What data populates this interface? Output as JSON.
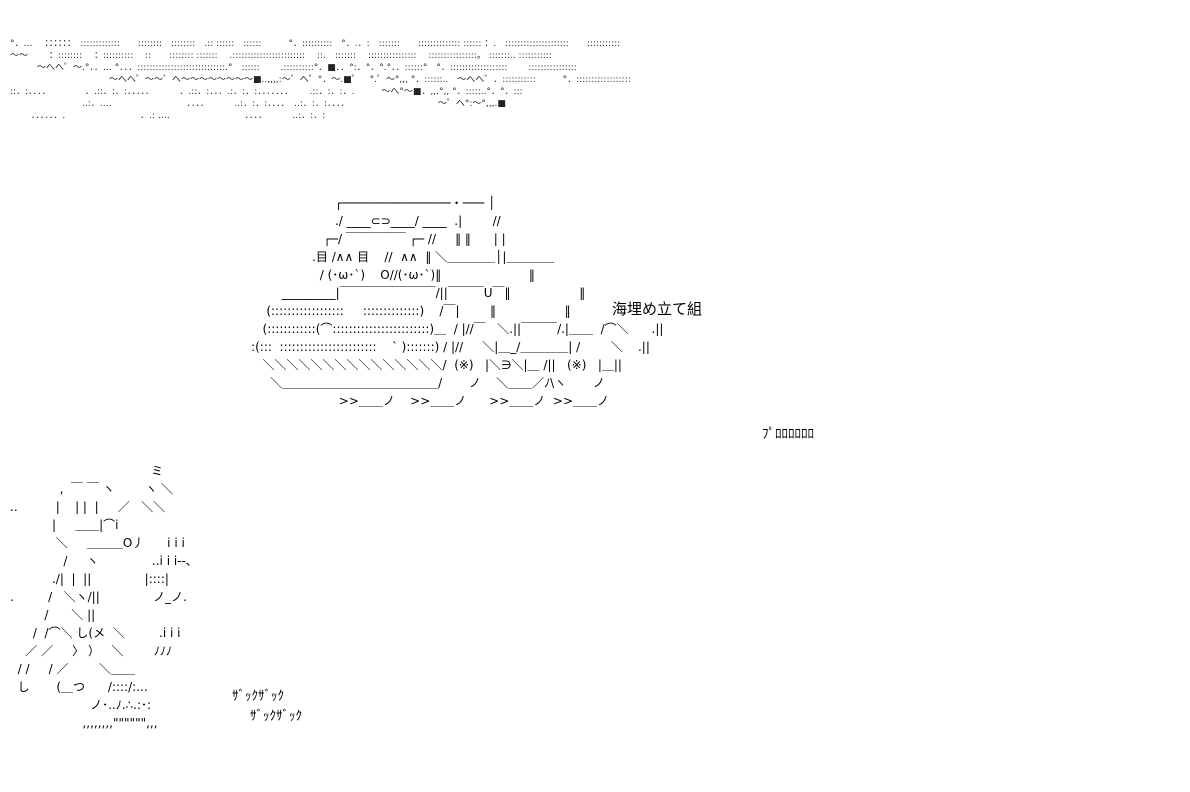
{
  "art": {
    "waves": "°．…　 ：：：：：：　:::::::::::::　　::::::::　::::::::　.:: ::::::　::::::　　　°．::::::::::　°．.．:　:::::::　　:::::::::::::: :::::: ：.　:::::::::::::::::::::　　:::::::::::\n～～　　 ：::::::::　 ：::::::::::　 ::　　:::::::: :::::::　 .::::::::::::::::::::::::　 ::.　:::::::　 ::::::::::::::::　 ::::::::::::::::。 :::::::.. :::::::::::\n　　　～へへ゜～.°．．… °．．．:::::::::::::::::::::::::::::.°　::::::　　 .::::::::::°．■．．°:．°．°.°．．::::::°　°．:::::::::::::::::::　　 ::::::::::::::::\n　　　　　　　　　　　～へへ゜～～゜へ～～～～～～～～■..,,,,:～゜へ゜°．～.■゜　°.゜～°,,, °．::::::..　～へへ゜．:::::::::::　　　°．::::::::::::::::::\n::．:．．．．　　　　 ．.::．:．:．．．．．　　　 ．.::．:．．．.:．:．:．．．．．．．　　 .::．:．:．.　　　～へ°～■．,,.°,, °．:::::..°．°．:::\n　　　　　　　　..:．….　　　　　　　　 ．．．．　　　 ..:．:．:．．．．　..:．:．:．．．．　　　　　　　　　　 ～゜へ°:～°,,,.■\n　　 ．．．．．．.　　　　　　　　 ．.: ….　　　　　　　　 ．．．．　　　 ..:．:．:",
    "truck": "                           ┌───────────────・─── │\n                           ./ ____⊂⊃____/ ____  .|        //\n                        ┌─/ ￣￣￣￣￣ ┌─ //     ‖ ‖      | |\n                     .目 /∧∧ 目    //  ∧∧  ‖ ＼＿＿＿＿│|＿＿＿＿\n                       / (･ω･`)    O//(･ω･`)‖                       ‖\n             _________|￣￣￣￣￣￣￣￣/||￣￣￣U￣‖                  ‖\n         (::::::::::::::::::     ::::::::::::::)    /￣|        ‖                  ‖\n        (::::::::::::(⌒::::::::::::::::::::::::)＿  / |//￣   ＼.||￣￣￣/.|＿＿  /⌒＼      .||\n     :(:::  ::::::::::::::::::::::::    ` ):::::::) / |//     ＼|＿_/＿＿＿＿| /        ＼    .||\n        ＼＼＼＼＼＼＼＼＼＼＼＼＼＼＼/  (※)   |＼∋＼|＿ /||   (※)   |＿||\n          ＼＿＿＿＿＿＿＿＿＿＿＿＿＿/       ノ    ＼＿＿／ﾉ\\ヽ       ノ\n                            >>＿＿ノ    >>＿＿ノ      >>＿＿ノ  >>＿＿ノ",
    "worker": "                                     ミ\n             ,  ￣ ￣ ヽ        ヽ ＼\n..          |    | |  |     ／   ＼＼\n           |     ＿＿|⌒i\n            ＼     ＿＿＿O丿      i i i\n              /     ヽ              ..i i i--､\n           ./|  |  ||              |::::|\n.         /   ＼ヽ/||              ノ_ノ.\n         /      ＼ ||\n      /  /⌒＼ し(メ  ＼         .i i i\n    ／ ／     〉 ）   ＼        ﾉﾉﾉ\n  / /     / ／        ＼＿＿\n  し       (＿つ      /::::/:...\n                     ノ･..ﾉ.∴.:･:\n                   ,,,,,,,,\"\"\"\"\"\",,,"
  },
  "labels": {
    "company": "海埋め立て組",
    "engine_sound": "ﾌﾟﾛﾛﾛﾛﾛﾛ",
    "sfx_line_1": "ｻﾞｯｸｻﾞｯｸ",
    "sfx_line_2": "ｻﾞｯｸｻﾞｯｸ"
  }
}
